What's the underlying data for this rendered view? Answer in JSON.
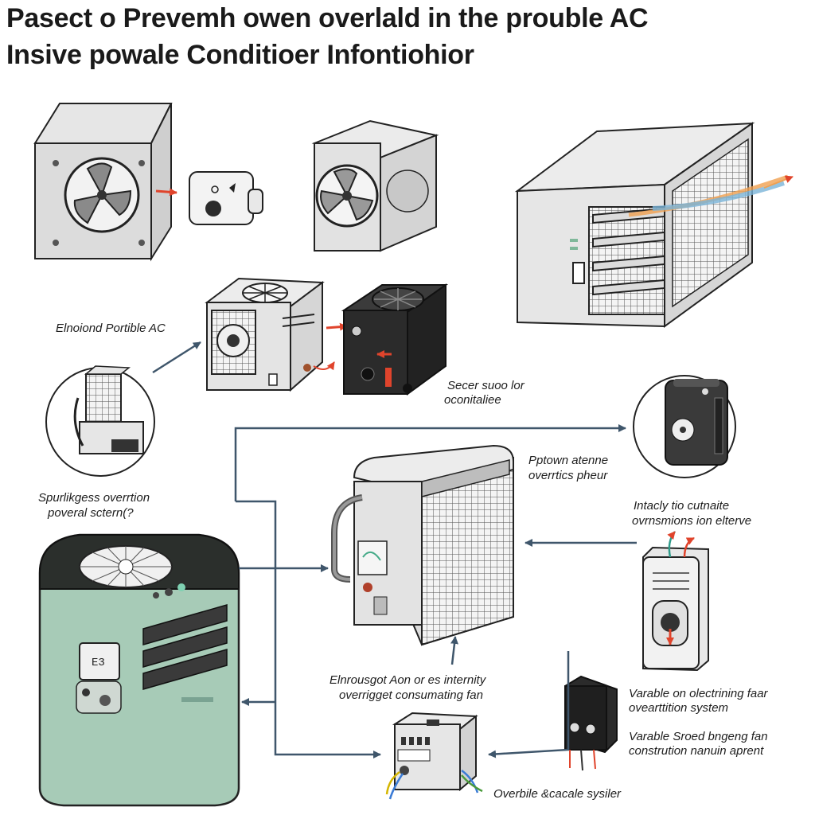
{
  "title": {
    "line1": "Pasect o Prevemh owen overlald in the prouble AC",
    "line2": "Insive powale Conditioer Infontiohior"
  },
  "labels": {
    "elnoiond": "Elnoiond Portible AC",
    "secer_1": "Secer suoo lor",
    "secer_2": "oconitaliee",
    "spur_1": "Spurlikgess overrtion",
    "spur_2": "poveral sctern(?",
    "pptown_1": "Pptown atenne",
    "pptown_2": "overrtics pheur",
    "intacly_1": "Intacly tio cutnaite",
    "intacly_2": "ovrnsmions ion elterve",
    "elnrougot_1": "Elnrousgot Aon or es internity",
    "elnrougot_2": "overrigget consumating fan",
    "varable1_1": "Varable on olectrining faar",
    "varable1_2": "ovearttition system",
    "varable2_1": "Varable Sroed bngeng fan",
    "varable2_2": "constrution nanuin aprent",
    "overbile": "Overbile &cacale sysiler"
  },
  "icons": {
    "wall_fan": "wall-fan-icon",
    "thermostat": "thermostat-icon",
    "box_fan": "box-fan-icon",
    "wall_ac": "wall-ac-icon",
    "portable_ac": "portable-ac-icon",
    "black_fan_unit": "black-fan-unit-icon",
    "green_ac": "green-portable-ac-icon",
    "main_ac": "main-ac-unit-icon",
    "controller": "controller-icon",
    "relay": "relay-icon",
    "junction": "junction-box-icon"
  },
  "colors": {
    "arrow": "#3f566b",
    "green_body": "#a7cbb7",
    "red_accent": "#e0442c",
    "dark_unit": "#2b2b2b"
  }
}
